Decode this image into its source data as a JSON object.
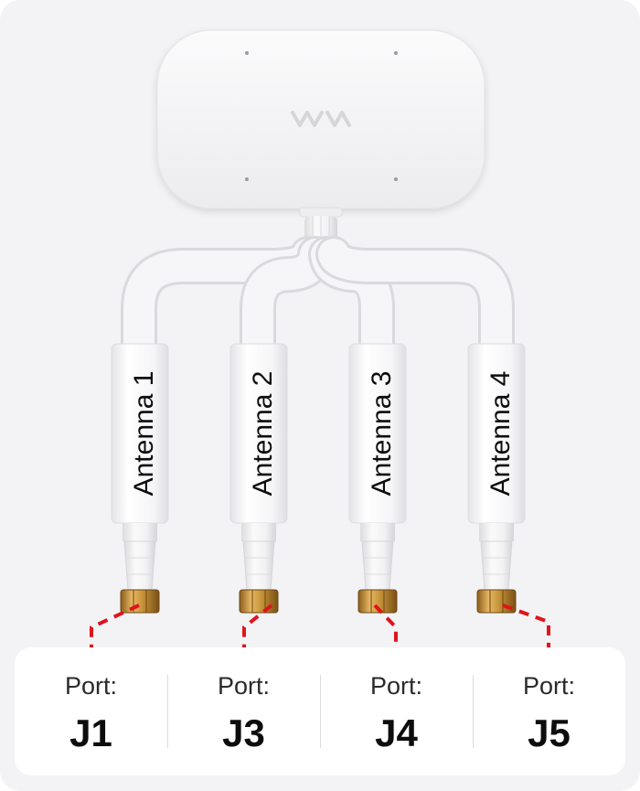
{
  "antennas": [
    {
      "label": "Antenna 1"
    },
    {
      "label": "Antenna 2"
    },
    {
      "label": "Antenna 3"
    },
    {
      "label": "Antenna 4"
    }
  ],
  "ports": [
    {
      "label": "Port:",
      "id": "J1"
    },
    {
      "label": "Port:",
      "id": "J3"
    },
    {
      "label": "Port:",
      "id": "J4"
    },
    {
      "label": "Port:",
      "id": "J5"
    }
  ],
  "colors": {
    "card_background": "#f3f3f5",
    "device_body": "#f7f7f8",
    "cable": "#f5f5f6",
    "connector_gold": "#c8953a",
    "dashed_line": "#e0141b"
  },
  "icons": {
    "device_logo": "wave-logo-icon",
    "connector": "sma-connector-icon"
  }
}
